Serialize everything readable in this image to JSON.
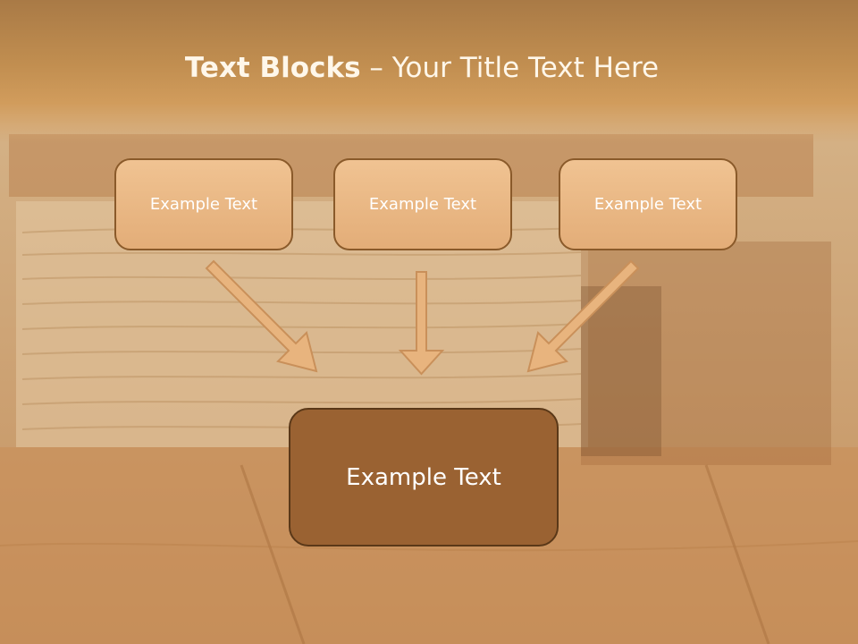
{
  "title": {
    "bold": "Text Blocks",
    "rest": " – Your Title Text Here"
  },
  "blocks": {
    "top": [
      {
        "text": "Example Text"
      },
      {
        "text": "Example Text"
      },
      {
        "text": "Example Text"
      }
    ],
    "bottom": {
      "text": "Example Text"
    }
  },
  "colors": {
    "title_band": "#c18e50",
    "top_block_fill": "#eab985",
    "top_block_border": "#8a5a2a",
    "bottom_block_fill": "#9a6232",
    "bottom_block_border": "#5a3818",
    "arrow_fill": "#e8b47e",
    "text": "#ffffff"
  }
}
